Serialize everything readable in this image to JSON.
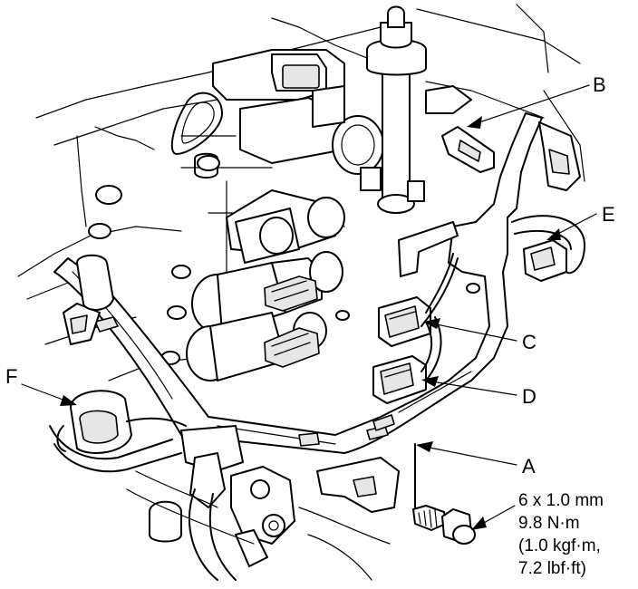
{
  "labels": {
    "A": "A",
    "B": "B",
    "C": "C",
    "D": "D",
    "E": "E",
    "F": "F"
  },
  "torque_spec": {
    "bolt_size": "6 x 1.0 mm",
    "torque_nm": "9.8 N·m",
    "torque_kgfm": "(1.0 kgf·m,",
    "torque_lbfft": "7.2 lbf·ft)"
  },
  "colors": {
    "line": "#000000",
    "background": "#ffffff",
    "shade": "#e6e6e6"
  }
}
